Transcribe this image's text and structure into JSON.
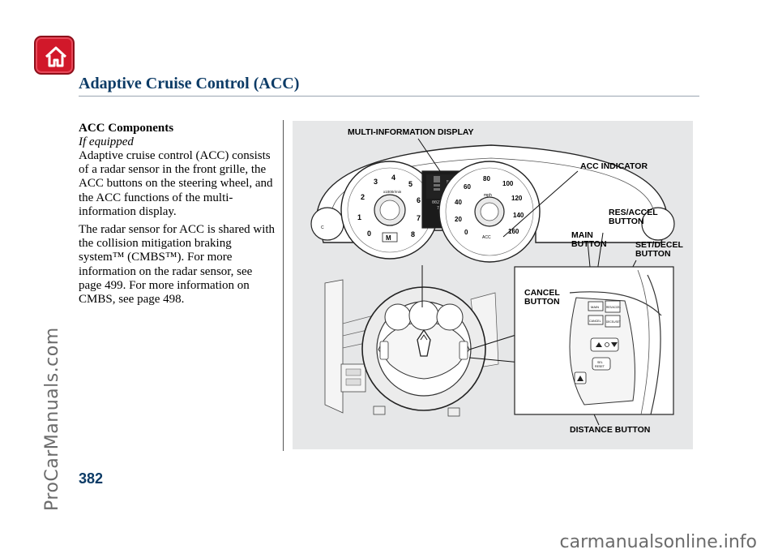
{
  "header": {
    "title": "Adaptive Cruise Control (ACC)"
  },
  "section": {
    "title": "ACC Components",
    "subtitle": "If equipped",
    "paragraphs": [
      "Adaptive cruise control (ACC) consists of a radar sensor in the front grille, the ACC buttons on the steering wheel, and the ACC functions of the multi-information display.",
      "The radar sensor for ACC is shared with the collision mitigation braking system™ (CMBS™). For more information on the radar sensor, see page 499. For more information on CMBS, see page 498."
    ]
  },
  "figure": {
    "callouts": {
      "multi_info": "MULTI-INFORMATION DISPLAY",
      "acc_indicator": "ACC INDICATOR",
      "res_accel": "RES/ACCEL\nBUTTON",
      "main": "MAIN\nBUTTON",
      "set_decel": "SET/DECEL\nBUTTON",
      "cancel": "CANCEL\nBUTTON",
      "distance": "DISTANCE BUTTON"
    },
    "gauge": {
      "tach_numbers": [
        "0",
        "1",
        "2",
        "3",
        "4",
        "5",
        "6",
        "7",
        "8"
      ],
      "tach_unit": "x1000r/min",
      "speed_numbers": [
        "0",
        "20",
        "40",
        "60",
        "80",
        "100",
        "120",
        "140",
        "160"
      ],
      "speed_unit": "mph",
      "acc_label": "ACC",
      "display_speed": "50",
      "odometer": "002500",
      "trip": "72.2",
      "gear": "M"
    },
    "wheel_buttons": {
      "main": "MAIN",
      "res_accel": "RES/ACCEL",
      "cancel": "CANCEL",
      "set_decel": "DECEL/SET",
      "distance_top": "SEL",
      "distance_bottom": "RESET"
    }
  },
  "page_number": "382",
  "watermarks": {
    "side": "ProCarManuals.com",
    "bottom": "carmanualsonline.info"
  }
}
